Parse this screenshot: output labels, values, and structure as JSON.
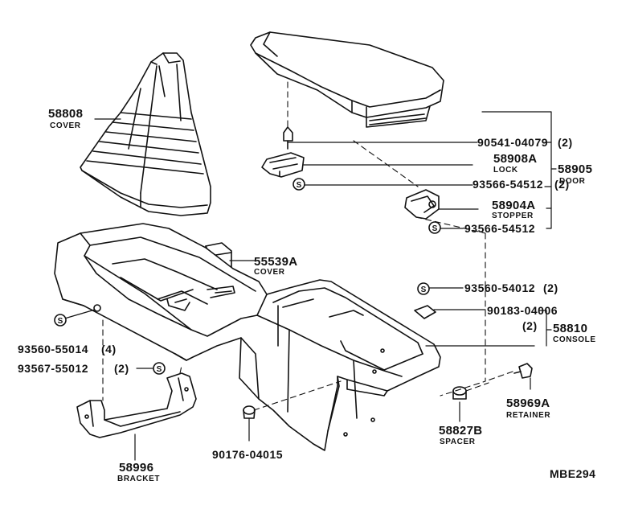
{
  "parts": {
    "cover_boot": {
      "number": "58808",
      "name": "COVER"
    },
    "bolt_90541": {
      "number": "90541-04079",
      "qty": "(2)"
    },
    "lock": {
      "number": "58908A",
      "name": "LOCK"
    },
    "door": {
      "number": "58905",
      "name": "DOOR"
    },
    "screw_93566_top": {
      "number": "93566-54512",
      "qty": "(2)"
    },
    "stopper": {
      "number": "58904A",
      "name": "STOPPER"
    },
    "screw_93566_bottom": {
      "number": "93566-54512"
    },
    "cover_55539": {
      "number": "55539A",
      "name": "COVER"
    },
    "screw_93560_54012": {
      "number": "93560-54012",
      "qty": "(2)"
    },
    "clip_90183": {
      "number": "90183-04006",
      "qty": "(2)"
    },
    "console": {
      "number": "58810",
      "name": "CONSOLE"
    },
    "screw_93560_55014": {
      "number": "93560-55014",
      "qty": "(4)"
    },
    "screw_93567": {
      "number": "93567-55012",
      "qty": "(2)"
    },
    "retainer": {
      "number": "58969A",
      "name": "RETAINER"
    },
    "spacer": {
      "number": "58827B",
      "name": "SPACER"
    },
    "clip_90176": {
      "number": "90176-04015"
    },
    "bracket": {
      "number": "58996",
      "name": "BRACKET"
    }
  },
  "screw_symbol": "S",
  "diagram_code": "MBE294"
}
